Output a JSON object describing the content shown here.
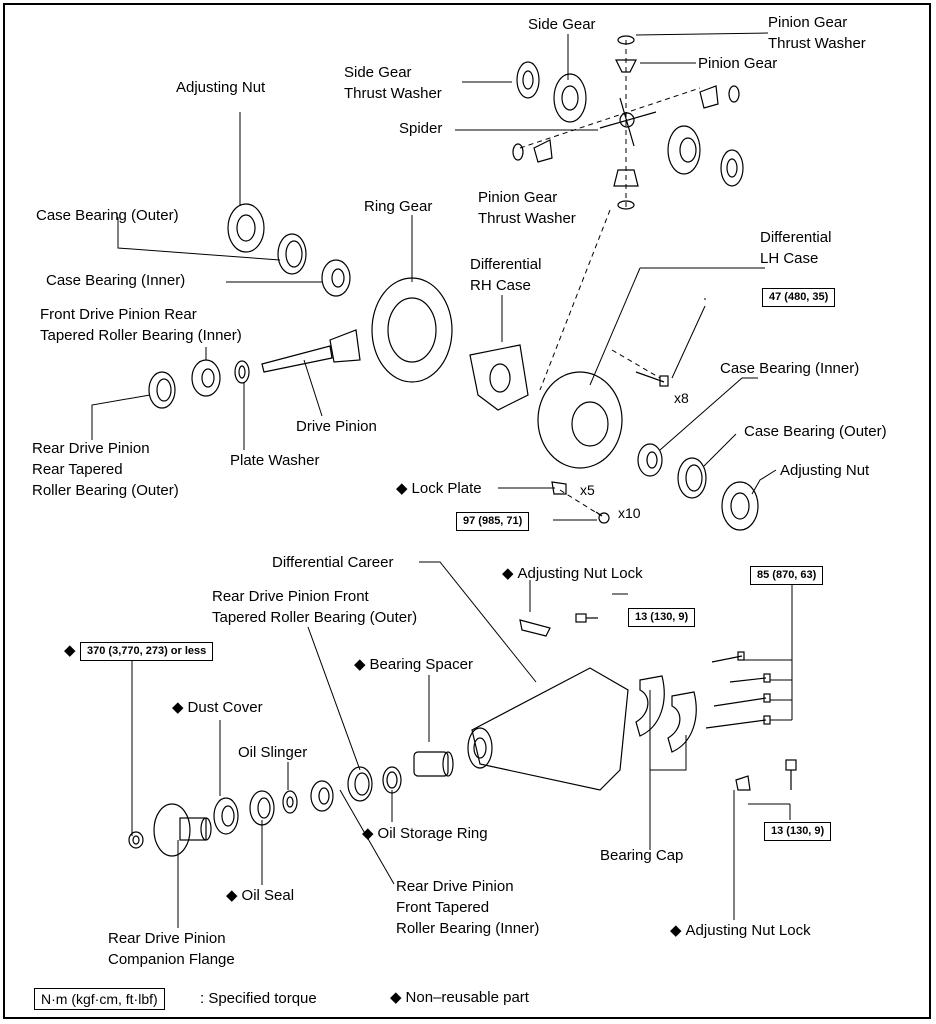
{
  "labels": {
    "side_gear": "Side Gear",
    "pinion_gear_thrust_washer_top": "Pinion Gear\nThrust Washer",
    "pinion_gear": "Pinion Gear",
    "side_gear_thrust_washer": "Side Gear\nThrust Washer",
    "spider": "Spider",
    "adjusting_nut_left": "Adjusting Nut",
    "case_bearing_outer_left": "Case Bearing (Outer)",
    "ring_gear": "Ring Gear",
    "pinion_gear_thrust_washer_bottom": "Pinion Gear\nThrust Washer",
    "differential_lh_case": "Differential\nLH Case",
    "case_bearing_inner_left": "Case Bearing (Inner)",
    "differential_rh_case": "Differential\nRH Case",
    "front_drive_pinion_rear_bearing": "Front Drive Pinion Rear\nTapered Roller Bearing (Inner)",
    "case_bearing_inner_right": "Case Bearing (Inner)",
    "drive_pinion": "Drive Pinion",
    "case_bearing_outer_right": "Case Bearing (Outer)",
    "rear_drive_pinion_rear_bearing": "Rear Drive Pinion\nRear Tapered\nRoller Bearing (Outer)",
    "plate_washer": "Plate Washer",
    "adjusting_nut_right": "Adjusting Nut",
    "lock_plate": "Lock Plate",
    "differential_career": "Differential Career",
    "adjusting_nut_lock_top": "Adjusting Nut Lock",
    "rear_drive_pinion_front_bearing_outer": "Rear Drive Pinion Front\nTapered Roller Bearing (Outer)",
    "bearing_spacer": "Bearing Spacer",
    "dust_cover": "Dust Cover",
    "oil_slinger": "Oil Slinger",
    "oil_storage_ring": "Oil Storage Ring",
    "bearing_cap": "Bearing Cap",
    "oil_seal": "Oil Seal",
    "rear_drive_pinion_front_bearing_inner": "Rear Drive Pinion\nFront Tapered\nRoller Bearing (Inner)",
    "rear_drive_pinion_companion_flange": "Rear Drive Pinion\nCompanion Flange",
    "adjusting_nut_lock_bottom": "Adjusting Nut Lock"
  },
  "torques": {
    "lh_case_bolt": "47 (480, 35)",
    "lock_plate_bolt": "97 (985, 71)",
    "nut_lock_bolt_top": "13 (130, 9)",
    "bearing_cap_bolt": "85 (870, 63)",
    "companion_flange_nut": "370 (3,770, 273) or less",
    "nut_lock_bolt_bottom": "13 (130, 9)"
  },
  "multipliers": {
    "lh_case_bolt": "x8",
    "lock_plate": "x5",
    "lock_plate_bolt": "x10"
  },
  "markers": {
    "non_reusable": "◆"
  },
  "legend": {
    "torque_unit": "N·m (kgf·cm, ft·lbf)",
    "torque_text": ": Specified torque",
    "non_reusable_text": "Non–reusable part"
  }
}
